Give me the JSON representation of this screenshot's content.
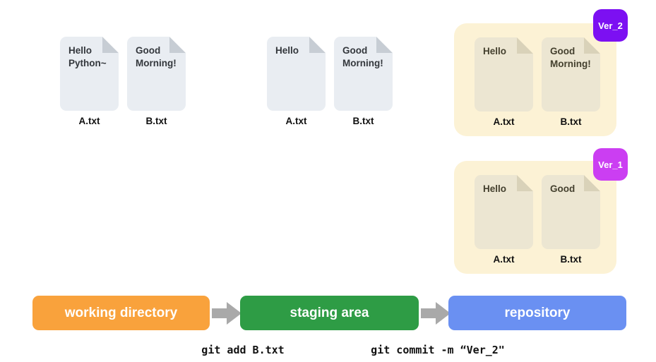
{
  "stages": {
    "working_directory": {
      "label": "working directory",
      "color": "#f9a23c",
      "files": [
        {
          "name": "A.txt",
          "content": "Hello\nPython~"
        },
        {
          "name": "B.txt",
          "content": "Good\nMorning!"
        }
      ]
    },
    "staging_area": {
      "label": "staging area",
      "color": "#2e9c45",
      "files": [
        {
          "name": "A.txt",
          "content": "Hello"
        },
        {
          "name": "B.txt",
          "content": "Good\nMorning!"
        }
      ]
    },
    "repository": {
      "label": "repository",
      "color": "#6a90f2",
      "versions": [
        {
          "badge": "Ver_2",
          "badge_color": "#7c10f2",
          "files": [
            {
              "name": "A.txt",
              "content": "Hello"
            },
            {
              "name": "B.txt",
              "content": "Good\nMorning!"
            }
          ]
        },
        {
          "badge": "Ver_1",
          "badge_color": "#cb3ef2",
          "files": [
            {
              "name": "A.txt",
              "content": "Hello"
            },
            {
              "name": "B.txt",
              "content": "Good"
            }
          ]
        }
      ]
    }
  },
  "commands": {
    "add": "git add B.txt",
    "commit": "git commit -m “Ver_2\""
  },
  "colors": {
    "file_fill": "#e9edf2",
    "file_fold": "#c7cdd4",
    "repo_file_fill": "#ece6d2",
    "repo_file_fold": "#d9d2b9",
    "repo_panel": "#fcf2d5",
    "arrow": "#a9a9a9"
  }
}
